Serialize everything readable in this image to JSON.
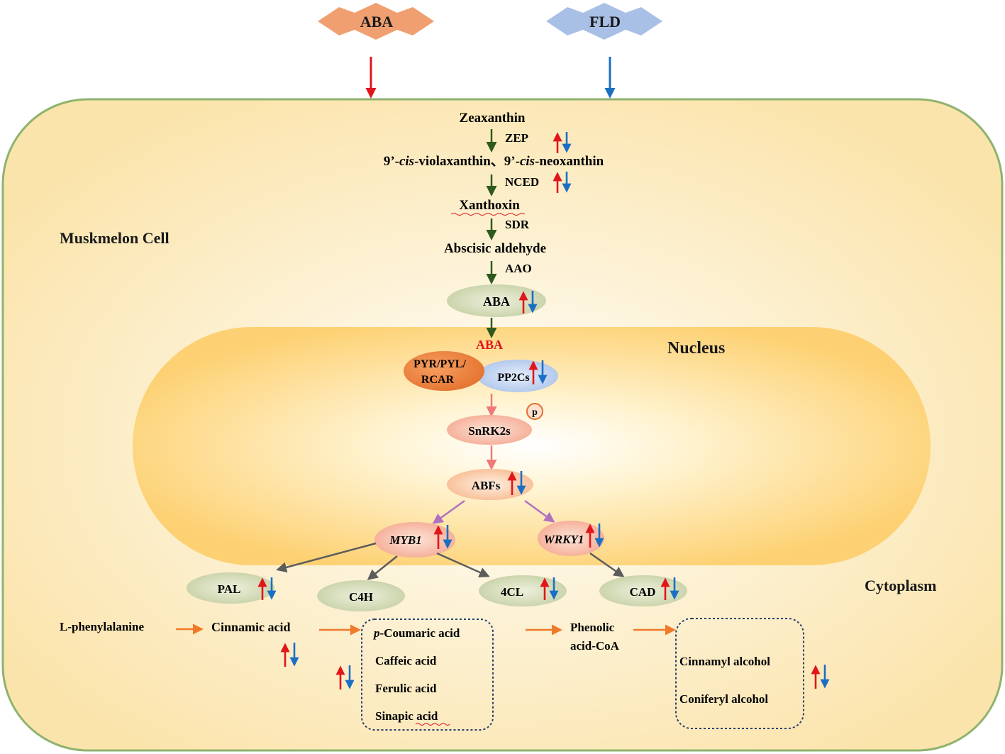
{
  "stimuli": {
    "aba": {
      "label": "ABA",
      "color": "#f0a070"
    },
    "fld": {
      "label": "FLD",
      "color": "#a9c0e6"
    }
  },
  "colors": {
    "up_arrow": "#e0161b",
    "down_arrow": "#1a6fc4",
    "cell_fill": "#fbe8b4",
    "cell_border": "#8fb36e",
    "nucleus_fill": "#fdd97a",
    "green_arrow": "#2e5a1e",
    "pink_arrow": "#ef7a7a",
    "purple_arrow": "#b072c0",
    "gray_arrow": "#5c5c5c",
    "orange_arrow": "#f07a2a"
  },
  "regions": {
    "cell_label": "Muskmelon Cell",
    "nucleus_label": "Nucleus",
    "cytoplasm_label": "Cytoplasm"
  },
  "biosynthesis": {
    "zeaxanthin": "Zeaxanthin",
    "zep": "ZEP",
    "intermediate_prefix_1": "9’-",
    "intermediate_italic_1": "cis",
    "intermediate_suffix_1": "-violaxanthin、",
    "intermediate_prefix_2": "9’-",
    "intermediate_italic_2": "cis",
    "intermediate_suffix_2": "-neoxanthin",
    "nced": "NCED",
    "xanthoxin": "Xanthoxin",
    "sdr": "SDR",
    "abscisic_aldehyde": "Abscisic aldehyde",
    "aao": "AAO",
    "aba_node": "ABA"
  },
  "signaling": {
    "aba_red": "ABA",
    "receptor_line1": "PYR/PYL/",
    "receptor_line2": "RCAR",
    "pp2cs": "PP2Cs",
    "snrk2s": "SnRK2s",
    "phospho": "p",
    "abfs": "ABFs",
    "myb1": "MYB1",
    "wrky1": "WRKY1"
  },
  "enzymes": {
    "pal": "PAL",
    "c4h": "C4H",
    "fourcl": "4CL",
    "cad": "CAD"
  },
  "phenylpropanoid": {
    "l_phe": "L-phenylalanine",
    "cinnamic": "Cinnamic acid",
    "coumaric_italic": "p",
    "coumaric_rest": "-Coumaric acid",
    "caffeic": "Caffeic acid",
    "ferulic": "Ferulic acid",
    "sinapic": "Sinapic acid",
    "phenolic_line1": "Phenolic",
    "phenolic_line2": "acid-CoA",
    "cinnamyl": "Cinnamyl alcohol",
    "coniferyl": "Coniferyl alcohol"
  }
}
